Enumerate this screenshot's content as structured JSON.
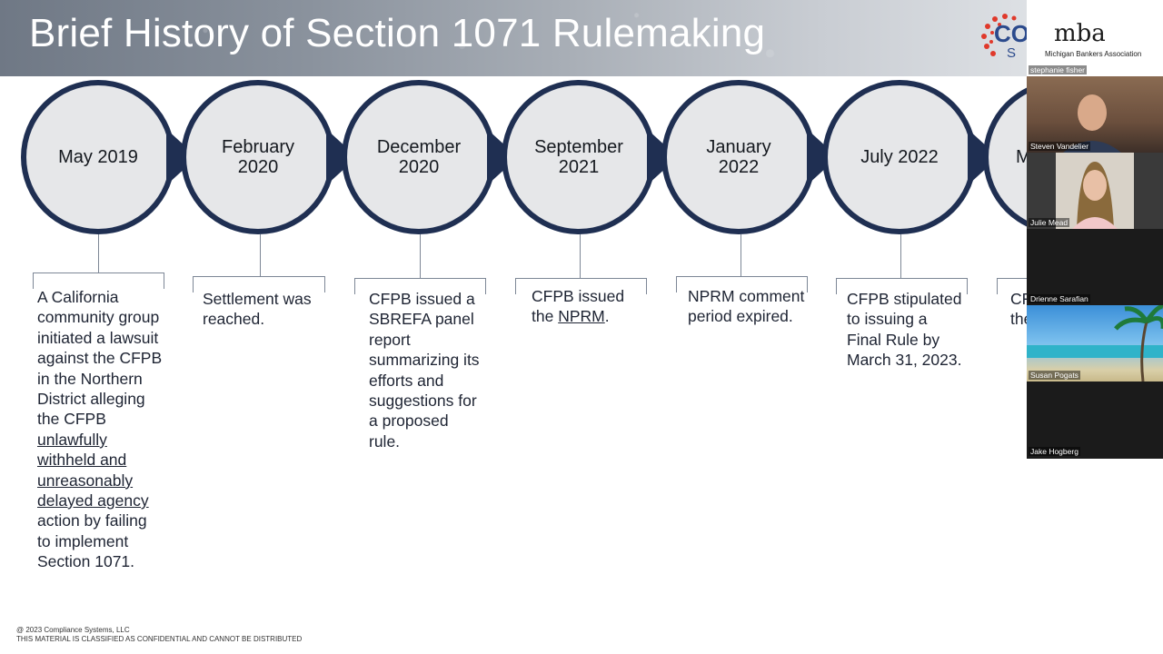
{
  "slide": {
    "title": "Brief History of Section 1071 Rulemaking",
    "logo_text": "CO",
    "logo_sub": "S",
    "steps": [
      {
        "date_line1": "May 2019",
        "date_line2": "",
        "desc_parts": [
          "A California community group initiated a lawsuit against the CFPB in the Northern District alleging the CFPB ",
          "unlawfully withheld and unreasonably delayed agency",
          " action by failing to implement Section 1071."
        ]
      },
      {
        "date_line1": "February",
        "date_line2": "2020",
        "desc_parts": [
          "Settlement was reached.",
          "",
          ""
        ]
      },
      {
        "date_line1": "December",
        "date_line2": "2020",
        "desc_parts": [
          "CFPB issued a SBREFA panel report summarizing its efforts and suggestions for a proposed rule.",
          "",
          ""
        ]
      },
      {
        "date_line1": "September",
        "date_line2": "2021",
        "desc_parts": [
          "CFPB issued the ",
          "NPRM",
          "."
        ]
      },
      {
        "date_line1": "January",
        "date_line2": "2022",
        "desc_parts": [
          "NPRM comment period expired.",
          "",
          ""
        ]
      },
      {
        "date_line1": "July 2022",
        "date_line2": "",
        "desc_parts": [
          "CFPB stipulated to issuing a Final Rule by March 31, 2023.",
          "",
          ""
        ]
      },
      {
        "date_line1": "M",
        "date_line2": "",
        "desc_parts": [
          "CF",
          "",
          ""
        ],
        "desc_line2": "the"
      }
    ],
    "footer_line1": "@ 2023 Compliance Systems, LLC",
    "footer_line2": "THIS MATERIAL IS CLASSIFIED AS CONFIDENTIAL AND CANNOT BE DISTRIBUTED"
  },
  "video_panel": {
    "host_logo": "mba",
    "host_name": "Michigan Bankers Association",
    "participants": [
      {
        "name": "stephanie fisher"
      },
      {
        "name": "Steven Vandelier"
      },
      {
        "name": "Julie Mead"
      },
      {
        "name": "Drienne Sarafian"
      },
      {
        "name": "Susan Pogats"
      },
      {
        "name": "Jake Hogberg"
      }
    ]
  }
}
